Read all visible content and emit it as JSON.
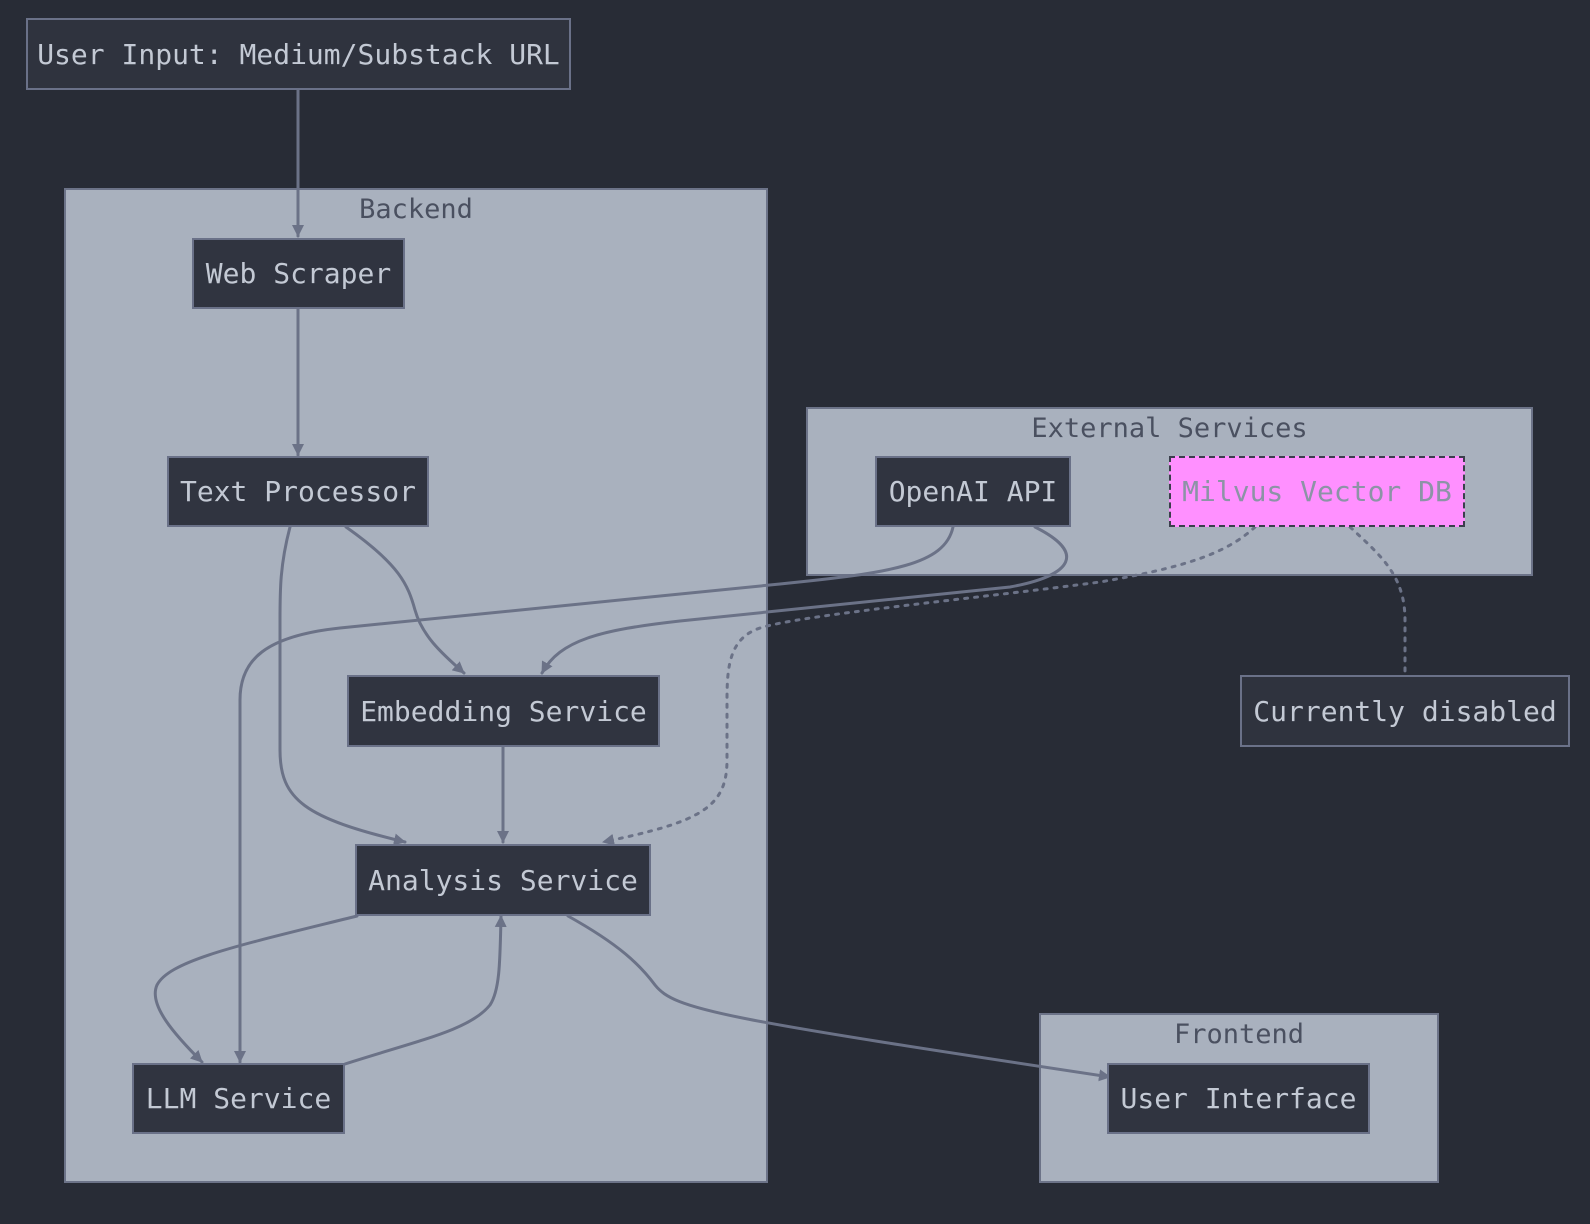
{
  "colors": {
    "background": "#282c36",
    "cluster_fill": "#a9b1be",
    "node_fill": "#303440",
    "edge": "#6b7287",
    "disabled_fill": "#ff90ff"
  },
  "nodes": {
    "user_input": "User Input: Medium/Substack URL",
    "web_scraper": "Web Scraper",
    "text_processor": "Text Processor",
    "embedding_service": "Embedding Service",
    "analysis_service": "Analysis Service",
    "llm_service": "LLM Service",
    "openai_api": "OpenAI API",
    "milvus": "Milvus Vector DB",
    "currently_disabled": "Currently disabled",
    "user_interface": "User Interface"
  },
  "clusters": {
    "backend": "Backend",
    "external": "External Services",
    "frontend": "Frontend"
  },
  "edges": [
    {
      "from": "user_input",
      "to": "web_scraper",
      "style": "solid"
    },
    {
      "from": "web_scraper",
      "to": "text_processor",
      "style": "solid"
    },
    {
      "from": "text_processor",
      "to": "embedding_service",
      "style": "solid"
    },
    {
      "from": "text_processor",
      "to": "analysis_service",
      "style": "solid"
    },
    {
      "from": "embedding_service",
      "to": "analysis_service",
      "style": "solid"
    },
    {
      "from": "analysis_service",
      "to": "llm_service",
      "style": "solid"
    },
    {
      "from": "llm_service",
      "to": "analysis_service",
      "style": "solid"
    },
    {
      "from": "analysis_service",
      "to": "user_interface",
      "style": "solid"
    },
    {
      "from": "openai_api",
      "to": "llm_service",
      "style": "solid"
    },
    {
      "from": "openai_api",
      "to": "embedding_service",
      "style": "solid"
    },
    {
      "from": "milvus",
      "to": "analysis_service",
      "style": "dotted"
    },
    {
      "from": "milvus",
      "to": "currently_disabled",
      "style": "dotted",
      "arrow": false
    }
  ]
}
